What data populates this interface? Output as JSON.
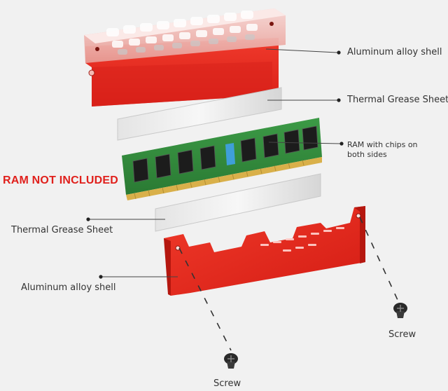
{
  "labels": {
    "top_shell": "Aluminum alloy shell",
    "top_grease": "Thermal Grease Sheet",
    "ram_line1": "RAM with chips on",
    "ram_line2": "both sides",
    "bottom_grease": "Thermal Grease Sheet",
    "bottom_shell": "Aluminum alloy shell",
    "screw_right": "Screw",
    "screw_bottom": "Screw"
  },
  "warning": "RAM NOT INCLUDED",
  "colors": {
    "background": "#f1f1f1",
    "shell_red": "#e0261c",
    "warning_red": "#e0201c",
    "pcb_green": "#2f8a3a",
    "gold_contacts": "#d9b04a",
    "grease_gray": "#d9d9d9"
  }
}
